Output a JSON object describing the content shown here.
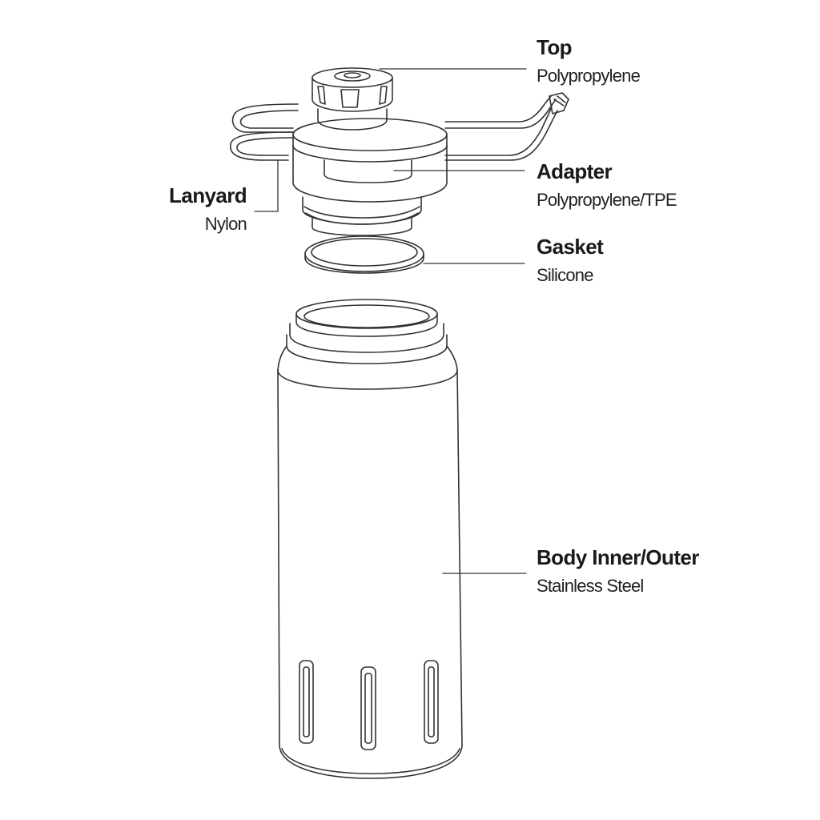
{
  "parts": {
    "top": {
      "name": "Top",
      "material": "Polypropylene"
    },
    "adapter": {
      "name": "Adapter",
      "material": "Polypropylene/TPE"
    },
    "lanyard": {
      "name": "Lanyard",
      "material": "Nylon"
    },
    "gasket": {
      "name": "Gasket",
      "material": "Silicone"
    },
    "body": {
      "name": "Body Inner/Outer",
      "material": "Stainless Steel"
    }
  },
  "colors": {
    "line": "#333333",
    "text": "#1a1a1a",
    "background": "#ffffff"
  }
}
